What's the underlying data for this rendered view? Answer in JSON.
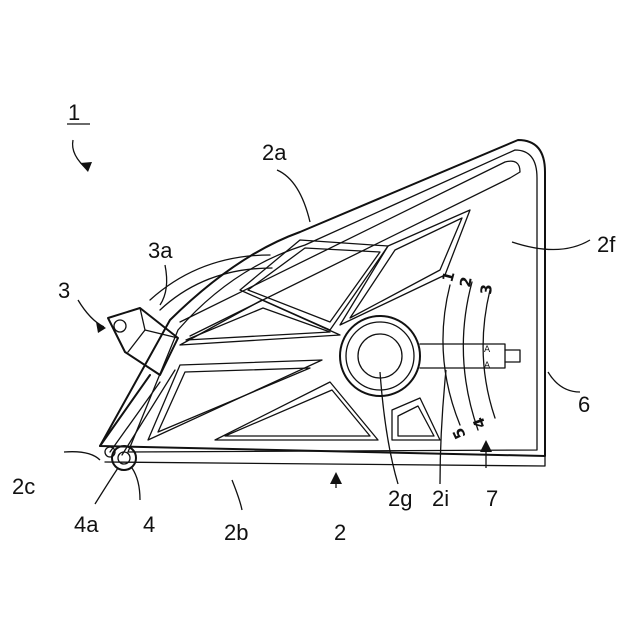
{
  "figure": {
    "labels": {
      "assembly": "1",
      "top_edge": "2a",
      "bottom_edge": "2b",
      "corner": "2c",
      "right_face": "2f",
      "boss": "2g",
      "slot": "2i",
      "base": "2",
      "clip": "3",
      "clip_arm": "3a",
      "pivot": "4",
      "pivot_pin": "4a",
      "pointer": "6",
      "scale": "7"
    },
    "scale_marks": [
      "1",
      "2",
      "3",
      "5",
      "4"
    ],
    "pointer_marks": [
      "A",
      "A"
    ]
  }
}
